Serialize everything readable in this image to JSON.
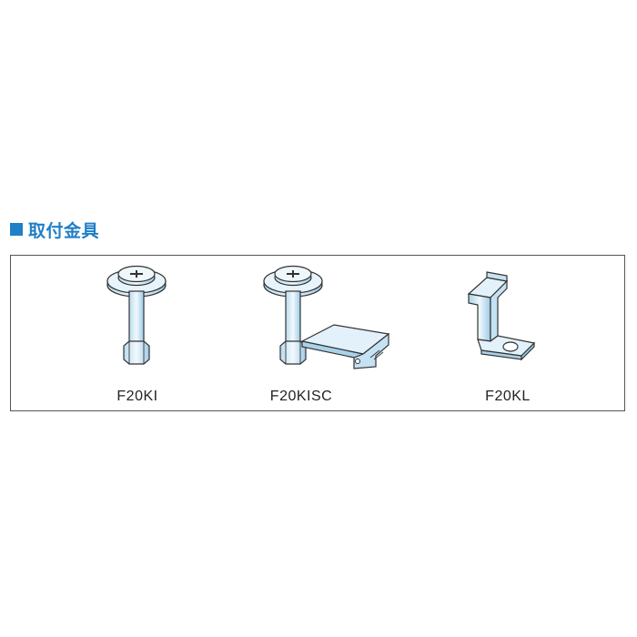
{
  "section": {
    "title": "取付金具",
    "accent_color": "#1f7fc7"
  },
  "items": [
    {
      "code": "F20KI",
      "icon": "bolt-with-nut"
    },
    {
      "code": "F20KISC",
      "icon": "bolt-with-nut-and-plate"
    },
    {
      "code": "F20KL",
      "icon": "z-bracket"
    }
  ]
}
